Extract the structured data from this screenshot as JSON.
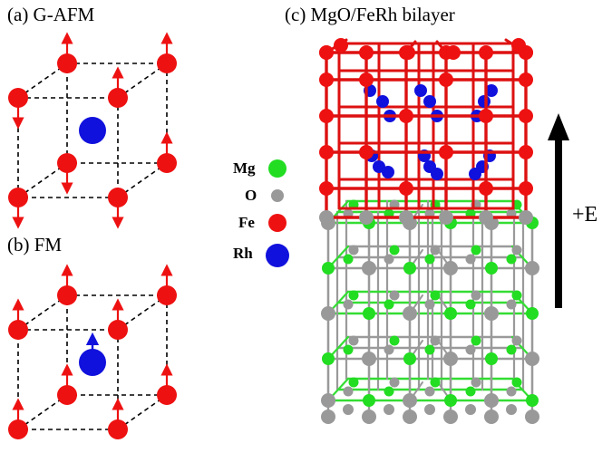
{
  "panels": {
    "a": {
      "label": "(a) G-AFM"
    },
    "b": {
      "label": "(b) FM"
    },
    "c": {
      "label": "(c) MgO/FeRh bilayer"
    }
  },
  "legend": [
    {
      "symbol": "Mg",
      "color": "#22dd22"
    },
    {
      "symbol": "O",
      "color": "#999999"
    },
    {
      "symbol": "Fe",
      "color": "#ee1111"
    },
    {
      "symbol": "Rh",
      "color": "#1111dd"
    }
  ],
  "field": {
    "label": "+E"
  },
  "colors": {
    "fe": "#ee1111",
    "rh": "#1111dd",
    "mg": "#22dd22",
    "o": "#999999",
    "bond_fe": "#dd1111",
    "bond_mgo_green": "#33dd33",
    "bond_mgo_grey": "#9a9a9a"
  }
}
